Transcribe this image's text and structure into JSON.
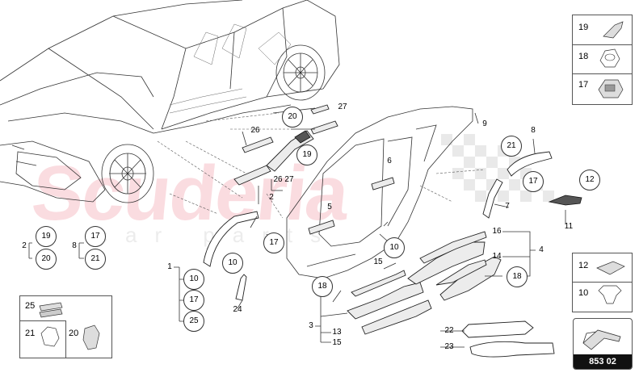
{
  "watermark": {
    "brand": "Scuderia",
    "sub": "car parts"
  },
  "callouts": {
    "c20_door": "20",
    "c19_door": "19",
    "c21_right": "21",
    "c17_right": "17",
    "c12_right": "12",
    "c17_flare": "17",
    "c10_flare": "10",
    "c10_mid": "10",
    "c18_mid": "18",
    "c18_right": "18",
    "g2_19": "19",
    "g2_20": "20",
    "g8_17": "17",
    "g8_21": "21",
    "g1_10": "10",
    "g1_17": "17",
    "g1_25": "25"
  },
  "labels": {
    "l27_top": "27",
    "l26_top": "26",
    "l26_27": "26 27",
    "l2_under": "2",
    "l9": "9",
    "l8": "8",
    "l7": "7",
    "l11": "11",
    "l6": "6",
    "l5": "5",
    "l16": "16",
    "l14": "14",
    "l4": "4",
    "l15_mid": "15",
    "l3": "3",
    "l13": "13",
    "l15_low": "15",
    "l22": "22",
    "l23": "23",
    "l24": "24",
    "l1": "1",
    "l2_group": "2",
    "l8_group": "8"
  },
  "legend_right_top": {
    "n19": "19",
    "n18": "18",
    "n17": "17"
  },
  "legend_right_mid": {
    "n12": "12",
    "n10": "10"
  },
  "legend_left_low": {
    "n25": "25",
    "n21": "21",
    "n20": "20"
  },
  "badge": {
    "code": "853 02"
  }
}
